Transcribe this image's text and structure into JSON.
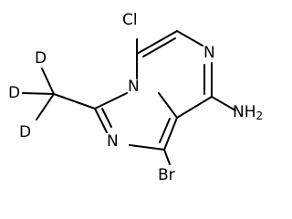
{
  "molecule": {
    "atoms": {
      "cl": "Cl",
      "n_pyrazine": "N",
      "n_bridge": "N",
      "n_imidazole": "N",
      "br": "Br",
      "nh2_main": "NH",
      "nh2_sub": "2",
      "d_top": "D",
      "d_left": "D",
      "d_bottom": "D"
    }
  }
}
